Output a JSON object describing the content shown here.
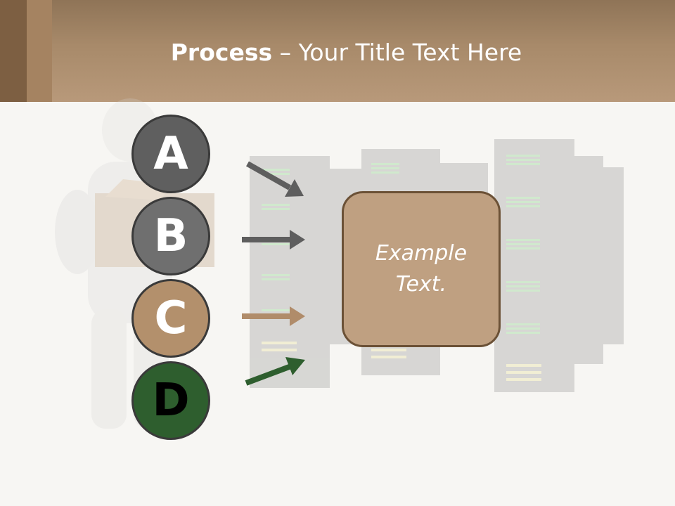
{
  "slide": {
    "title_bold": "Process",
    "title_rest": " – Your Title Text Here"
  },
  "steps": [
    {
      "letter": "A",
      "color": "#5f5f5f",
      "text_color": "#ffffff",
      "arrow_color": "#5e5e5e"
    },
    {
      "letter": "B",
      "color": "#6f6f6f",
      "text_color": "#ffffff",
      "arrow_color": "#5e5e5e"
    },
    {
      "letter": "C",
      "color": "#b3906c",
      "text_color": "#ffffff",
      "arrow_color": "#b08c6a"
    },
    {
      "letter": "D",
      "color": "#2e5e2e",
      "text_color": "#000000",
      "arrow_color": "#2e5e2e"
    }
  ],
  "box": {
    "line1": "Example",
    "line2": "Text."
  },
  "colors": {
    "header": "#a88a6a",
    "box_fill": "#bfa081",
    "box_border": "#6b5136"
  }
}
